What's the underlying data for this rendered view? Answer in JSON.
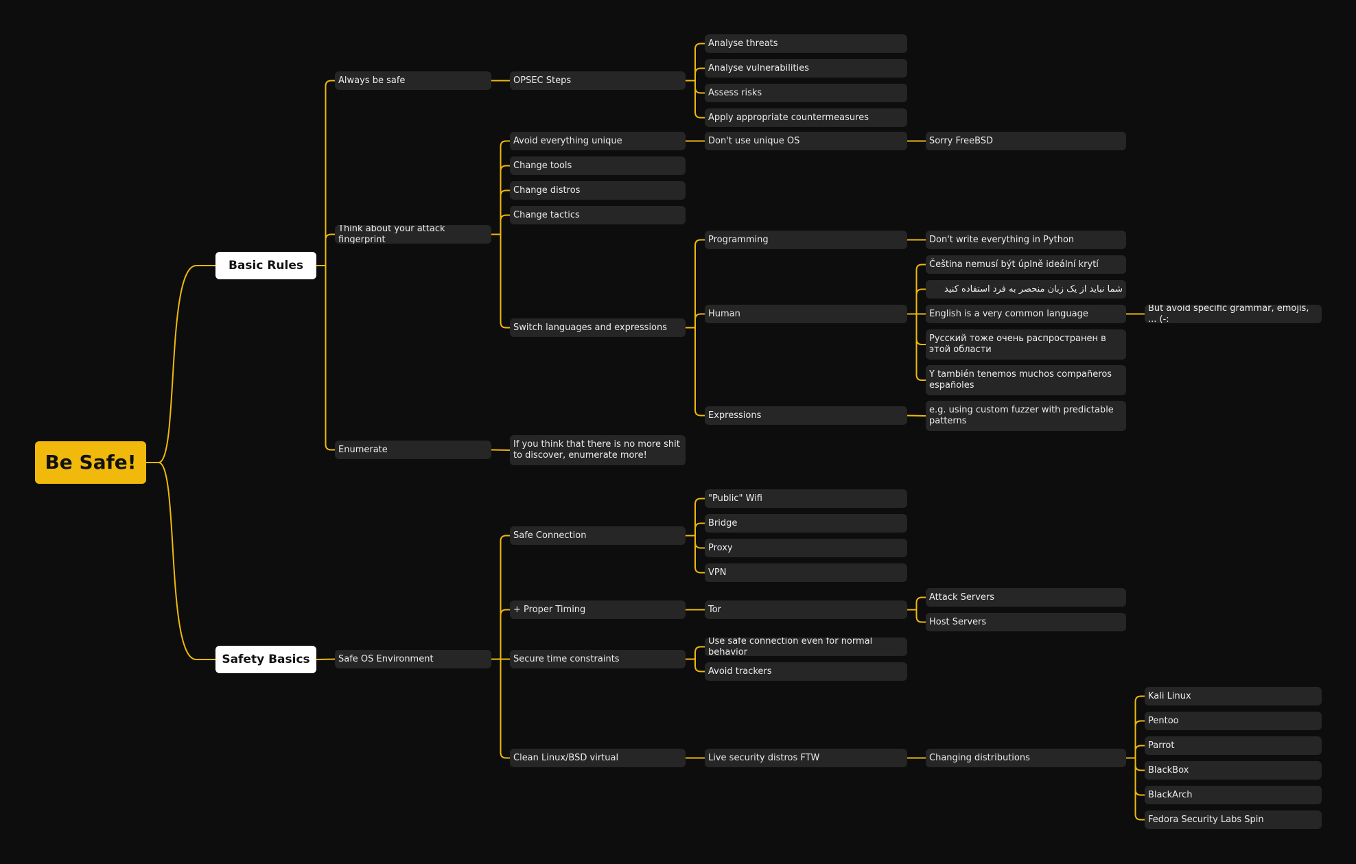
{
  "colors": {
    "background": "#0d0d0d",
    "connector": "#f0b90b",
    "root": "#f0b90b",
    "node": "#262626"
  },
  "nodes": {
    "root": "Be Safe!",
    "basic_rules": "Basic Rules",
    "safety_basics": "Safety Basics",
    "always_safe": "Always be safe",
    "opsec_steps": "OPSEC Steps",
    "analyse_threats": "Analyse threats",
    "analyse_vuln": "Analyse vulnerabilities",
    "assess_risks": "Assess risks",
    "countermeasures": "Apply appropriate countermeasures",
    "think_fingerprint": "Think about your attack fingerprint",
    "avoid_unique": "Avoid everything unique",
    "unique_os": "Don't use unique OS",
    "freebsd": "Sorry FreeBSD",
    "change_tools": "Change tools",
    "change_distros": "Change distros",
    "change_tactics": "Change tactics",
    "switch_lang": "Switch languages and expressions",
    "programming": "Programming",
    "python": "Don't write everything in Python",
    "human": "Human",
    "czech": "Čeština nemusí být úplně ideální krytí",
    "persian": "شما نباید از یک زبان منحصر به فرد استفاده کنید",
    "english": "English is a very common language",
    "grammar": "But avoid specific grammar, emojis, ... (-:",
    "russian": "Русский тоже очень распространен в этой области",
    "spanish": "Y también tenemos muchos compañeros españoles",
    "expressions": "Expressions",
    "fuzzer": "e.g. using custom fuzzer with predictable patterns",
    "enumerate": "Enumerate",
    "enumerate_more": "If you think that there is no more shit to discover, enumerate more!",
    "safe_os": "Safe OS Environment",
    "safe_conn": "Safe Connection",
    "public_wifi": "\"Public\" Wifi",
    "bridge": "Bridge",
    "proxy": "Proxy",
    "vpn": "VPN",
    "proper_timing": "+ Proper Timing",
    "tor": "Tor",
    "attack_servers": "Attack Servers",
    "host_servers": "Host Servers",
    "secure_time": "Secure time constraints",
    "safe_conn_normal": "Use safe connection even for normal behavior",
    "avoid_trackers": "Avoid trackers",
    "clean_linux": "Clean Linux/BSD virtual",
    "live_distros": "Live security distros FTW",
    "changing_distros": "Changing distributions",
    "kali": "Kali Linux",
    "pentoo": "Pentoo",
    "parrot": "Parrot",
    "blackbox": "BlackBox",
    "blackarch": "BlackArch",
    "fedora": "Fedora Security Labs Spin"
  },
  "edges": [
    [
      "root",
      "basic_rules"
    ],
    [
      "root",
      "safety_basics"
    ],
    [
      "basic_rules",
      "always_safe"
    ],
    [
      "basic_rules",
      "think_fingerprint"
    ],
    [
      "basic_rules",
      "enumerate"
    ],
    [
      "always_safe",
      "opsec_steps"
    ],
    [
      "opsec_steps",
      "analyse_threats"
    ],
    [
      "opsec_steps",
      "analyse_vuln"
    ],
    [
      "opsec_steps",
      "assess_risks"
    ],
    [
      "opsec_steps",
      "countermeasures"
    ],
    [
      "think_fingerprint",
      "avoid_unique"
    ],
    [
      "think_fingerprint",
      "change_tools"
    ],
    [
      "think_fingerprint",
      "change_distros"
    ],
    [
      "think_fingerprint",
      "change_tactics"
    ],
    [
      "think_fingerprint",
      "switch_lang"
    ],
    [
      "avoid_unique",
      "unique_os"
    ],
    [
      "unique_os",
      "freebsd"
    ],
    [
      "switch_lang",
      "programming"
    ],
    [
      "switch_lang",
      "human"
    ],
    [
      "switch_lang",
      "expressions"
    ],
    [
      "programming",
      "python"
    ],
    [
      "human",
      "czech"
    ],
    [
      "human",
      "persian"
    ],
    [
      "human",
      "english"
    ],
    [
      "human",
      "russian"
    ],
    [
      "human",
      "spanish"
    ],
    [
      "english",
      "grammar"
    ],
    [
      "expressions",
      "fuzzer"
    ],
    [
      "enumerate",
      "enumerate_more"
    ],
    [
      "safety_basics",
      "safe_os"
    ],
    [
      "safe_os",
      "safe_conn"
    ],
    [
      "safe_os",
      "proper_timing"
    ],
    [
      "safe_os",
      "secure_time"
    ],
    [
      "safe_os",
      "clean_linux"
    ],
    [
      "safe_conn",
      "public_wifi"
    ],
    [
      "safe_conn",
      "bridge"
    ],
    [
      "safe_conn",
      "proxy"
    ],
    [
      "safe_conn",
      "vpn"
    ],
    [
      "proper_timing",
      "tor"
    ],
    [
      "tor",
      "attack_servers"
    ],
    [
      "tor",
      "host_servers"
    ],
    [
      "secure_time",
      "safe_conn_normal"
    ],
    [
      "secure_time",
      "avoid_trackers"
    ],
    [
      "clean_linux",
      "live_distros"
    ],
    [
      "live_distros",
      "changing_distros"
    ],
    [
      "changing_distros",
      "kali"
    ],
    [
      "changing_distros",
      "pentoo"
    ],
    [
      "changing_distros",
      "parrot"
    ],
    [
      "changing_distros",
      "blackbox"
    ],
    [
      "changing_distros",
      "blackarch"
    ],
    [
      "changing_distros",
      "fedora"
    ]
  ]
}
